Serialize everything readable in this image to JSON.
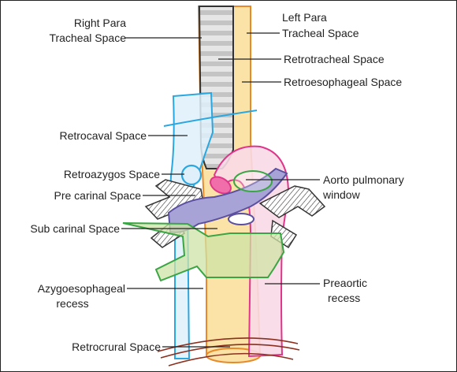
{
  "labels": {
    "right_para_tracheal_1": "Right Para",
    "right_para_tracheal_2": "Tracheal Space",
    "left_para_tracheal_1": "Left Para",
    "left_para_tracheal_2": "Tracheal Space",
    "retrotracheal": "Retrotracheal Space",
    "retroesophageal": "Retroesophageal Space",
    "retrocaval": "Retrocaval Space",
    "retroazygos": "Retroazygos Space",
    "aorto_pulmonary_1": "Aorto pulmonary",
    "aorto_pulmonary_2": "window",
    "pre_carinal": "Pre carinal Space",
    "sub_carinal": "Sub carinal Space",
    "azygoesophageal_1": "Azygoesophageal",
    "azygoesophageal_2": "recess",
    "preaortic_1": "Preaortic",
    "preaortic_2": "recess",
    "retrocrural": "Retrocrural Space"
  },
  "colors": {
    "esophagus_fill": "#fbe3a8",
    "esophagus_stroke": "#e88a2a",
    "trachea_fill": "#d8d8d8",
    "trachea_rings": "#b9b9b9",
    "svc_fill": "#dff0fa",
    "svc_stroke": "#2aa7e0",
    "aorta_fill": "#f8d9e6",
    "aorta_stroke": "#e0358a",
    "pulmonary_fill": "#a8a3d6",
    "pulmonary_stroke": "#5a4fa0",
    "subcarinal_fill": "#cfe3a6",
    "subcarinal_stroke": "#3aa544",
    "bronchi_fill": "#ffffff",
    "crura_stroke": "#8b2f1e"
  }
}
